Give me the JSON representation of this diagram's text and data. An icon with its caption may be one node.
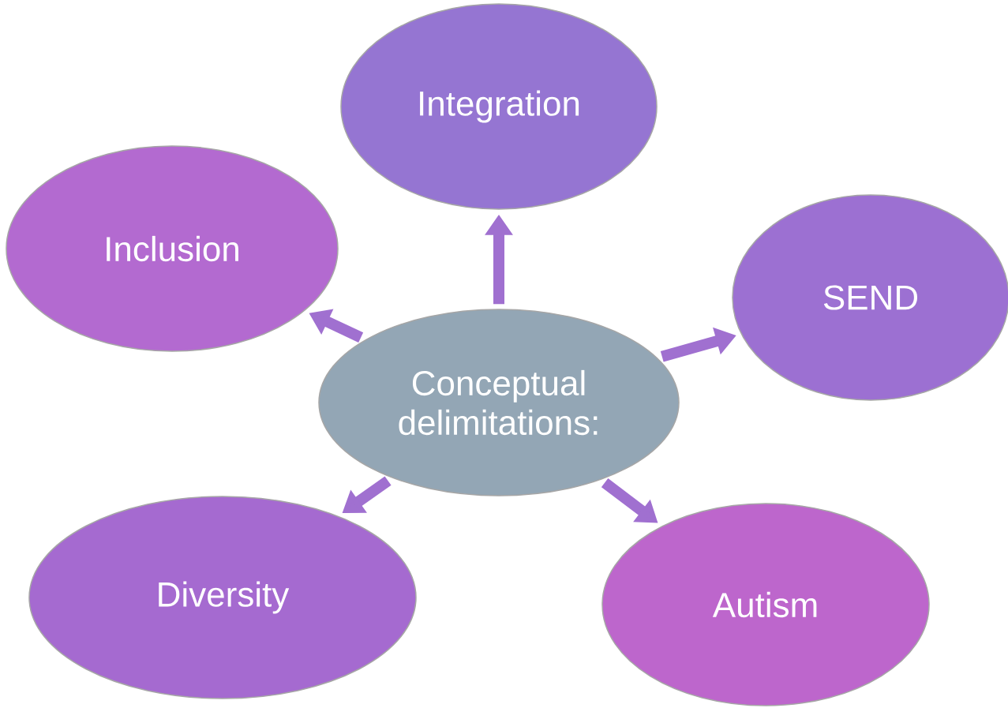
{
  "diagram": {
    "nodes": [
      {
        "text": [
          "Integration"
        ]
      },
      {
        "text": [
          "Inclusion"
        ]
      },
      {
        "text": [
          "SEND"
        ]
      },
      {
        "text": [
          "Conceptual delimitations:"
        ]
      },
      {
        "text": [
          "Diversity"
        ]
      },
      {
        "text": [
          "Autism"
        ]
      }
    ],
    "edges": [
      {
        "from": 3,
        "to": 0,
        "arrow": "to"
      },
      {
        "from": 3,
        "to": 1,
        "arrow": "to"
      },
      {
        "from": 3,
        "to": 2,
        "arrow": "to"
      },
      {
        "from": 3,
        "to": 4,
        "arrow": "to"
      },
      {
        "from": 3,
        "to": 5,
        "arrow": "to"
      }
    ]
  }
}
